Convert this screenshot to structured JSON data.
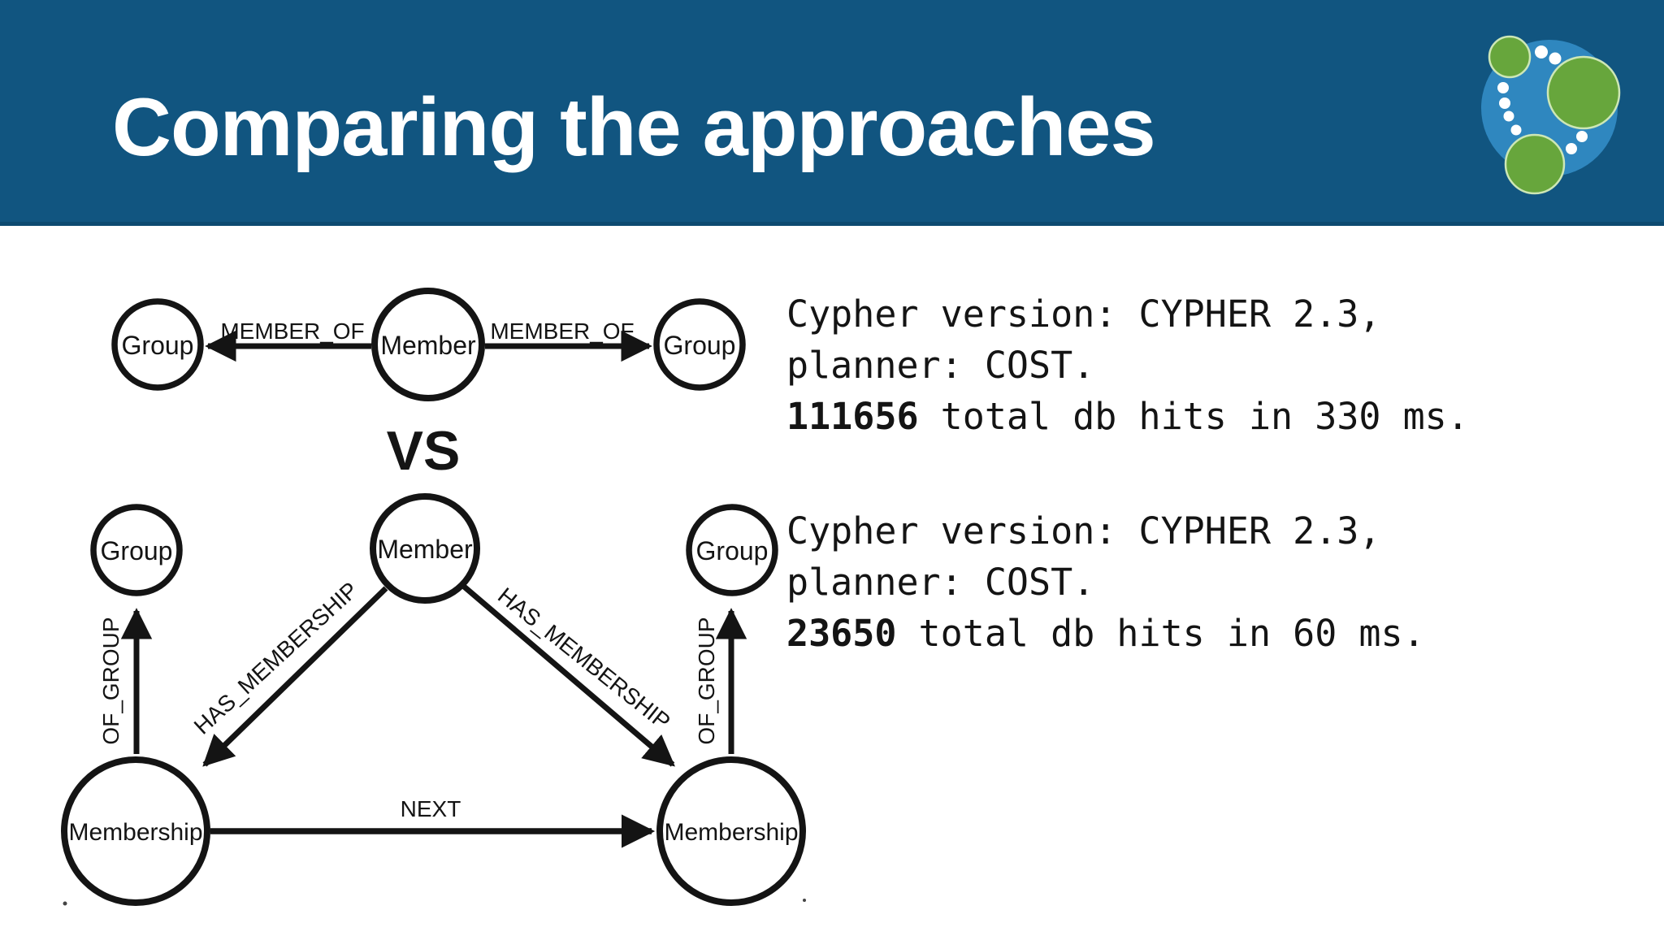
{
  "header": {
    "title": "Comparing the approaches",
    "bg_color": "#115580",
    "logo": {
      "name": "neo4j-logo",
      "blob_color": "#2f87bf",
      "green_color": "#67a63c",
      "green_rim_color": "#cde7b6",
      "dot_color": "#ffffff"
    }
  },
  "vs_label": "VS",
  "diagram_top": {
    "nodes": [
      {
        "label": "Group"
      },
      {
        "label": "Member"
      },
      {
        "label": "Group"
      }
    ],
    "edges": [
      {
        "label": "MEMBER_OF"
      },
      {
        "label": "MEMBER_OF"
      }
    ]
  },
  "diagram_bottom": {
    "nodes": [
      {
        "label": "Group"
      },
      {
        "label": "Member"
      },
      {
        "label": "Group"
      },
      {
        "label": "Membership"
      },
      {
        "label": "Membership"
      }
    ],
    "edges": [
      {
        "label": "OF_GROUP"
      },
      {
        "label": "HAS_MEMBERSHIP"
      },
      {
        "label": "HAS_MEMBERSHIP"
      },
      {
        "label": "OF_GROUP"
      },
      {
        "label": "NEXT"
      }
    ]
  },
  "results": [
    {
      "line1": "Cypher version: CYPHER 2.3,",
      "line2": "planner: COST.",
      "hits": "111656",
      "line3_rest": " total db hits in 330 ms."
    },
    {
      "line1": "Cypher version: CYPHER 2.3,",
      "line2": "planner: COST.",
      "hits": "23650",
      "line3_rest": " total db hits in 60 ms."
    }
  ],
  "diagram_color": "#141414"
}
